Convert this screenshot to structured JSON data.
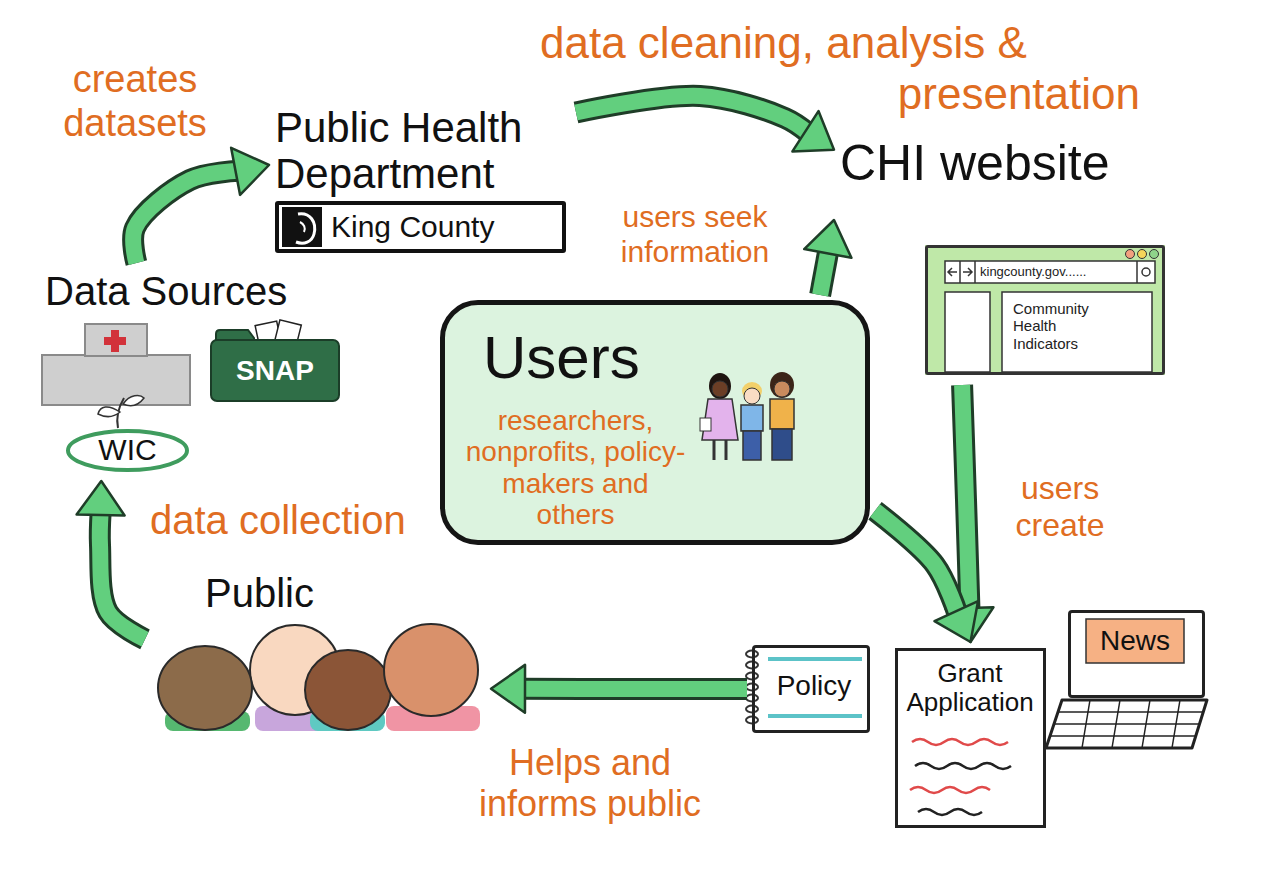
{
  "diagram": {
    "nodes": [
      {
        "text": [
          "Public Health Department"
        ]
      },
      {
        "text": [
          "King County"
        ],
        "in": 0
      },
      {
        "text": [
          "CHI website"
        ]
      },
      {
        "text": [
          "kingcounty.gov......",
          "Community Health Indicators"
        ],
        "in": 2
      },
      {
        "text": [
          "Data Sources"
        ]
      },
      {
        "text": [
          "SNAP"
        ],
        "in": 4
      },
      {
        "text": [
          "WIC"
        ],
        "in": 4
      },
      {
        "text": [
          "Users",
          "researchers, nonprofits, policy-makers and others"
        ]
      },
      {
        "text": [
          "Public"
        ]
      },
      {
        "text": [
          "Policy"
        ]
      },
      {
        "text": [
          "Grant Application"
        ]
      },
      {
        "text": [
          "News"
        ]
      }
    ],
    "edges": [
      {
        "from": 4,
        "to": 0,
        "label": "creates datasets",
        "arrow": "to"
      },
      {
        "from": 0,
        "to": 2,
        "label": "data cleaning, analysis & presentation",
        "arrow": "to"
      },
      {
        "from": 7,
        "to": 2,
        "label": "users seek information",
        "arrow": "to"
      },
      {
        "from": 2,
        "to": 10,
        "label": "users create",
        "arrow": "to"
      },
      {
        "from": 7,
        "to": 10,
        "arrow": "to"
      },
      {
        "from": 9,
        "to": 8,
        "label": "Helps and informs public",
        "arrow": "to"
      },
      {
        "from": 8,
        "to": 4,
        "label": "data collection",
        "arrow": "to"
      }
    ]
  }
}
